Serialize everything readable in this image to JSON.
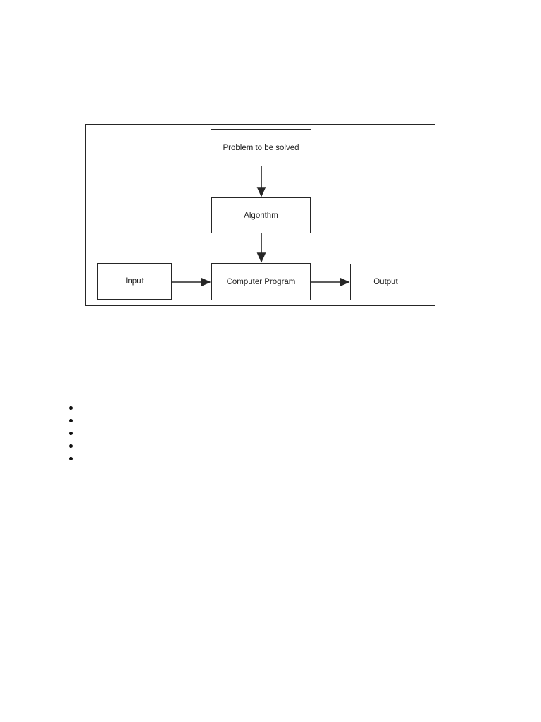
{
  "page": {
    "background_color": "#ffffff",
    "line_color": "#262626",
    "text_color": "#1f1f1f"
  },
  "diagram": {
    "type": "flowchart",
    "nodes": [
      {
        "id": "problem",
        "label": "Problem to be solved"
      },
      {
        "id": "algorithm",
        "label": "Algorithm"
      },
      {
        "id": "input",
        "label": "Input"
      },
      {
        "id": "computer_program",
        "label": "Computer Program"
      },
      {
        "id": "output",
        "label": "Output"
      }
    ],
    "edges": [
      {
        "from": "problem",
        "to": "algorithm"
      },
      {
        "from": "algorithm",
        "to": "computer_program"
      },
      {
        "from": "input",
        "to": "computer_program"
      },
      {
        "from": "computer_program",
        "to": "output"
      }
    ]
  },
  "bullet_list": {
    "items": [
      "",
      "",
      "",
      "",
      ""
    ]
  }
}
